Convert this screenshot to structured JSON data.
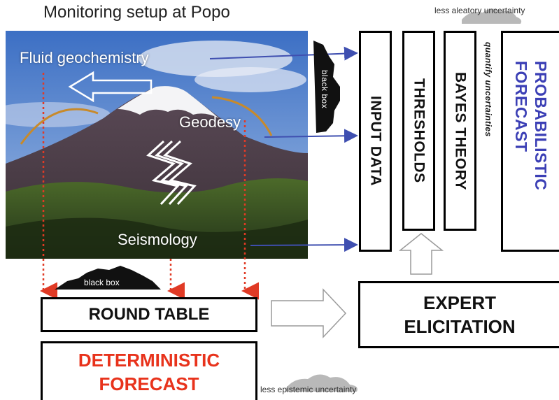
{
  "title": "Monitoring setup at Popo",
  "photo": {
    "labels": {
      "fluid": "Fluid geochemistry",
      "geodesy": "Geodesy",
      "seismology": "Seismology"
    }
  },
  "boxes": {
    "input_data": "INPUT DATA",
    "thresholds": "THRESHOLDS",
    "bayes_theory": "BAYES THEORY",
    "probabilistic_forecast": "PROBABILISTIC FORECAST",
    "round_table": "ROUND TABLE",
    "expert_elicitation": "EXPERT ELICITATION",
    "deterministic_forecast": "DETERMINISTIC FORECAST"
  },
  "annotations": {
    "quantify": "quantify uncertainties",
    "black_box_right": "black box",
    "black_box_bottom": "black box",
    "less_aleatory": "less aleatory uncertainty",
    "less_epistemic": "less epistemic uncertainty"
  },
  "colors": {
    "blue_arrow": "#3f4fb0",
    "red_arrow": "#e03a25",
    "probabilistic": "#3b3fb5",
    "deterministic": "#e8331c"
  }
}
